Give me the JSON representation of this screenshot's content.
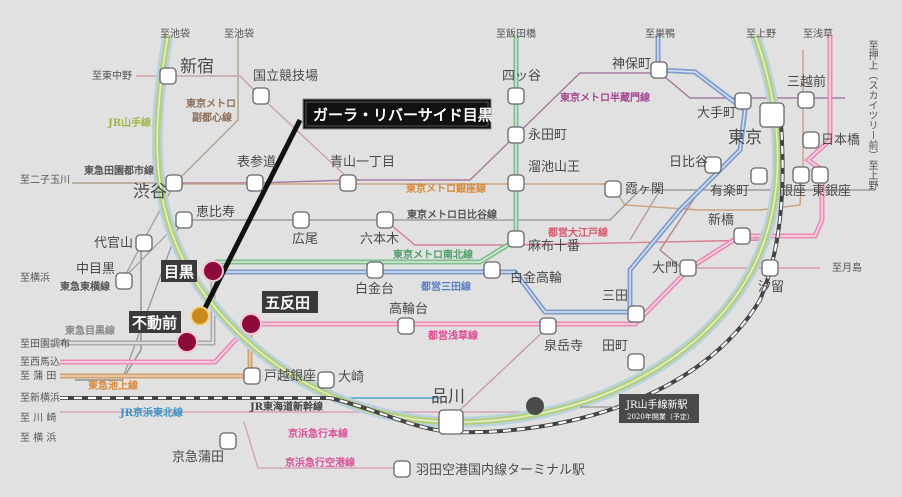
{
  "map": {
    "title": "ガーラ・リバーサイド目黒",
    "colors": {
      "background": "#e1e1e1",
      "yamanote": "#b5cf7a",
      "nanboku": "#7fbf8e",
      "mita": "#7f9ccc",
      "asakusa": "#e98cb6",
      "ikegami": "#d6a06c",
      "meguro_line": "#aaaaaa",
      "keihin_tohoku": "#4fa6c8",
      "keikyu": "#d999b6",
      "highlight_station": "#8c0b3a",
      "property_marker": "#c98a1c"
    },
    "property": {
      "name": "ガーラ・リバーサイド目黒"
    },
    "highlighted_stations": {
      "meguro": "目黒",
      "fudomae": "不動前",
      "gotanda": "五反田"
    },
    "stations": {
      "shinjuku": "新宿",
      "kokuritsu": "国立競技場",
      "yotsuya": "四ッ谷",
      "jimbocho": "神保町",
      "otemachi": "大手町",
      "tokyo": "東京",
      "mitsukoshimae": "三越前",
      "nihombashi": "日本橋",
      "nagatacho": "永田町",
      "tameike": "溜池山王",
      "hibiya": "日比谷",
      "yurakucho": "有楽町",
      "ginza": "銀座",
      "higashiginza": "東銀座",
      "kasumigaseki": "霞ヶ関",
      "shimbashi": "新橋",
      "omotesando": "表参道",
      "aoyama": "青山一丁目",
      "shibuya": "渋谷",
      "ebisu": "恵比寿",
      "hiroo": "広尾",
      "roppongi": "六本木",
      "azabu": "麻布十番",
      "daikanyama": "代官山",
      "nakameguro": "中目黒",
      "shirokanedai": "白金台",
      "shirokane": "白金高輪",
      "daimon": "大門",
      "shiodome": "汐留",
      "mita": "三田",
      "takanawadai": "高輪台",
      "sengakuji": "泉岳寺",
      "tamachi": "田町",
      "togoshi": "戸越銀座",
      "osaki": "大崎",
      "shinagawa": "品川",
      "kamata": "京急蒲田",
      "haneda": "羽田空港国内線ターミナル駅"
    },
    "destinations": {
      "ikebukuro1": "至池袋",
      "ikebukuro2": "至池袋",
      "iidabashi": "至飯田橋",
      "komagome": "至巣鴨",
      "ueno1": "至上野",
      "asakusa": "至浅草",
      "oshiage": "至押上（スカイツリー前）",
      "ueno2": "至上野",
      "higashinakano": "至東中野",
      "futako": "至二子玉川",
      "yokohama1": "至横浜",
      "denen": "至田園調布",
      "nishimagome": "至西馬込",
      "kamata": "至 蒲 田",
      "shinyokohama": "至新横浜",
      "kawasaki": "至 川 崎",
      "yokohama2": "至 横 浜",
      "tsukishima": "至月島"
    },
    "lines": {
      "yamanote": "JR山手線",
      "fukutoshin": [
        "東京メトロ",
        "副都心線"
      ],
      "denentoshi": "東急田園都市線",
      "toyoko": "東急東横線",
      "meguro": "東急目黒線",
      "hanzomon": "東京メトロ半蔵門線",
      "ginza": "東京メトロ銀座線",
      "hibiya": "東京メトロ日比谷線",
      "oedo": "都営大江戸線",
      "nanboku": "東京メトロ南北線",
      "mita": "都営三田線",
      "asakusa": "都営浅草線",
      "ikegami": "東急池上線",
      "shinkansen": "JR東海道新幹線",
      "keihin": "JR京浜東北線",
      "keikyu_main": "京浜急行本線",
      "keikyu_airport": "京浜急行空港線"
    },
    "new_station": {
      "name": "JR山手線新駅",
      "note": "2020年開業（予定）"
    }
  }
}
